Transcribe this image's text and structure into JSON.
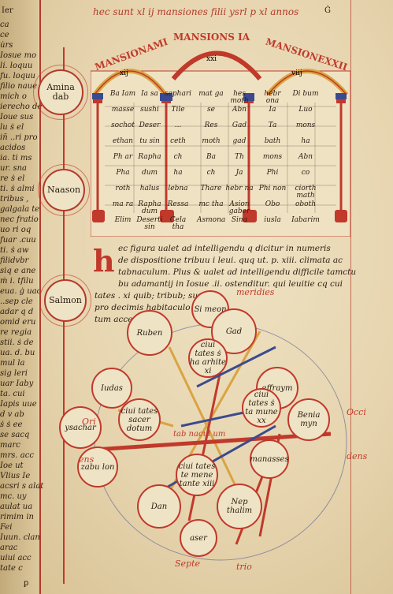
{
  "manuscript": {
    "title": "hec sunt xl ij mansiones filii ysrl p xl annos",
    "arch_labels": [
      "MANSIONAMI",
      "MANSIONS IA",
      "MANSIONEXXII"
    ],
    "arch_numbers": [
      "xij",
      "xxi",
      "viij"
    ],
    "left_margin_lines": [
      "ca",
      "ce",
      "u̇rs",
      "Iosue mo",
      "li̇. loquu",
      "fu. loquu",
      "filio naue",
      "mich o",
      "ierecho de",
      "Ioue sus",
      "lu ṡ el",
      "in̄ ..ri pro",
      "acidos",
      "ia. ti ms",
      "ur. sna",
      "re ṡ el",
      "ti. ṡ almi",
      "tribus ,",
      "galgala te",
      "nec fratio",
      "uo ri oq",
      "fuar .cuu",
      "ti. ṡ aw",
      "filidvbr",
      "siq e ane",
      "ṁ i. tfilu",
      "eua. ġ uao",
      "..sep cle",
      "adar q d",
      "omid eru",
      "re regia",
      "stii. ṡ de",
      "ua. d. bu",
      "mul la",
      "sig leri",
      "uar  Iaby",
      "ta. cui",
      "Iapis uue",
      "d v ab",
      "ṡ ṡ ee",
      "se sacq",
      "marc",
      "mrs. acc",
      "Ioe ut",
      "Vlius Ie",
      "acsri s alat",
      "mc. uy",
      "aulat ua",
      "rimim in",
      "Fei",
      "Iuun. clan",
      "arac",
      "uiui acc",
      "tate c"
    ],
    "medallions": [
      "Amina dab",
      "Naason",
      "Salmon"
    ],
    "table_rows": [
      [
        "Ba Iam",
        "Ia sa",
        "sephari",
        "mat ga",
        "hes moth",
        "hebr ona",
        "Di bum"
      ],
      [
        "masse",
        "sushi",
        "Tile",
        "se",
        "Abn",
        "Ia",
        "Luo"
      ],
      [
        "sochot",
        "Deser",
        "...",
        "Res",
        "Gad",
        "Ta",
        "mons"
      ],
      [
        "ethan",
        "tu sin",
        "ceth",
        "moth",
        "gad",
        "bath",
        "ha"
      ],
      [
        "Ph ar",
        "Rapha",
        "ch",
        "Ba",
        "Th",
        "mons",
        "Abn"
      ],
      [
        "Pha",
        "dum",
        "ha",
        "ch",
        "Ja",
        "Phi",
        "co"
      ],
      [
        "roth",
        "halus",
        "lebna",
        "Thare",
        "hebr na",
        "Phi non",
        "ciorth math"
      ],
      [
        "ma ra",
        "Rapha dum",
        "Ressa",
        "mc tha",
        "Asion gaber",
        "Obo",
        "oboth"
      ],
      [
        "Elim",
        "Deserti sin",
        "Cela tha",
        "Asmona",
        "Sina",
        "iusla",
        "Iabarim"
      ]
    ],
    "body_lines": [
      "ec figura ualet ad intelligendu q dicitur in numeris",
      "de dispositione tribuu i leui. quq ut. p. xiii. climata ac",
      "tabnaculum. Plus & ualet ad intelligendu difficile tamctu",
      "bu adamantij in Iosue .ii. ostenditur. qui leuitie cq cui",
      "tates . xi quib; tribub; sunt",
      "pro decimis habitaculo",
      "tum acceperunt"
    ],
    "meridies_label": "meridies",
    "tribes": [
      "Si meon",
      "Ruben",
      "Gad",
      "ciui tates ṡ ha arhite xi",
      "Iudas",
      "effraym",
      "ysachar",
      "ciui tates sacer dotum",
      "Benia myn",
      "zabu lon",
      "ciui tates ṡ ta mune xx",
      "manasses",
      "ciui tates te mene tante xiii",
      "Dan",
      "Nep thalim",
      "aser"
    ],
    "tabernacle_label": "tab nacul um",
    "directions": {
      "west": "Ori",
      "oriens": "ens",
      "occidens": "Occi",
      "dens": "dens",
      "north": "Septe",
      "trio": "trio"
    },
    "stray_marks": [
      "Ġ",
      "ꝑ",
      "Ier"
    ]
  },
  "colors": {
    "rubric": "#c0392b",
    "ink": "#2b1c10",
    "parchment": "#ebdcb8",
    "blue": "#3b4a8f",
    "gold": "#d9a441"
  }
}
